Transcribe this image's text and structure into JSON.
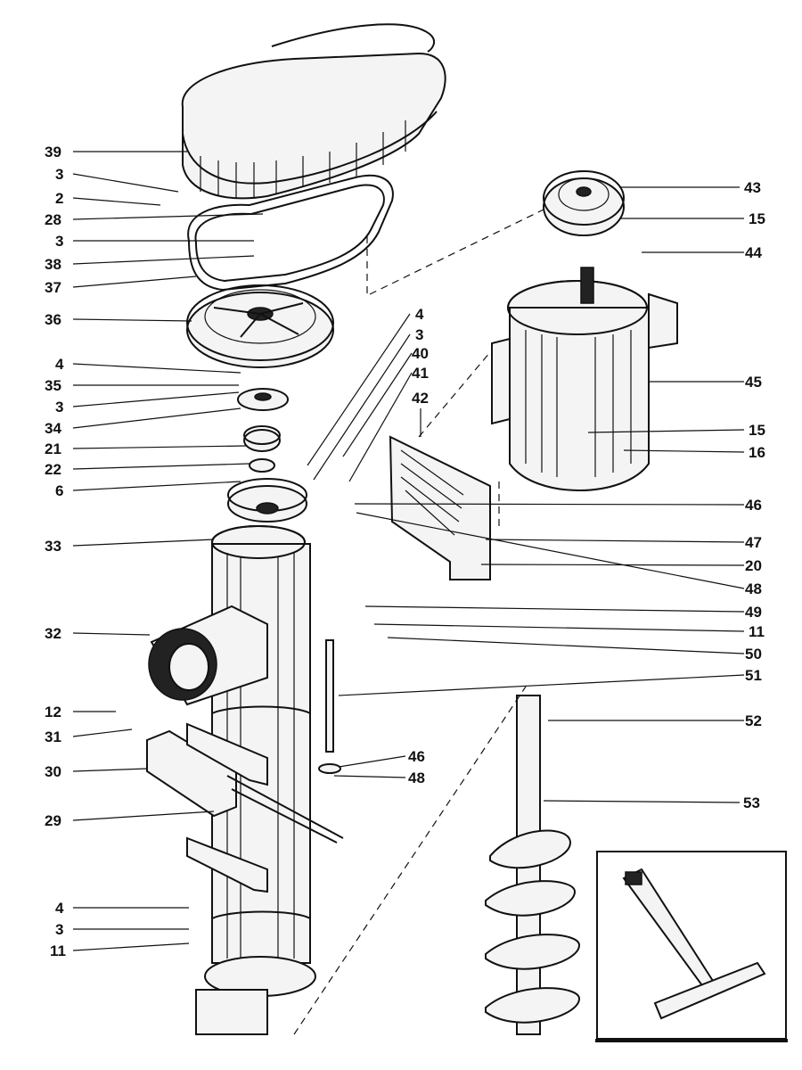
{
  "diagram": {
    "callouts_left": [
      {
        "id": "39",
        "label": "39"
      },
      {
        "id": "3a",
        "label": "3"
      },
      {
        "id": "2",
        "label": "2"
      },
      {
        "id": "28",
        "label": "28"
      },
      {
        "id": "3b",
        "label": "3"
      },
      {
        "id": "38",
        "label": "38"
      },
      {
        "id": "37",
        "label": "37"
      },
      {
        "id": "36",
        "label": "36"
      },
      {
        "id": "4a",
        "label": "4"
      },
      {
        "id": "35",
        "label": "35"
      },
      {
        "id": "3c",
        "label": "3"
      },
      {
        "id": "34",
        "label": "34"
      },
      {
        "id": "21",
        "label": "21"
      },
      {
        "id": "22",
        "label": "22"
      },
      {
        "id": "6",
        "label": "6"
      },
      {
        "id": "33",
        "label": "33"
      },
      {
        "id": "32",
        "label": "32"
      },
      {
        "id": "12",
        "label": "12"
      },
      {
        "id": "31",
        "label": "31"
      },
      {
        "id": "30",
        "label": "30"
      },
      {
        "id": "29",
        "label": "29"
      },
      {
        "id": "4b",
        "label": "4"
      },
      {
        "id": "3d",
        "label": "3"
      },
      {
        "id": "11a",
        "label": "11"
      }
    ],
    "callouts_center": [
      {
        "id": "4c",
        "label": "4"
      },
      {
        "id": "3e",
        "label": "3"
      },
      {
        "id": "40",
        "label": "40"
      },
      {
        "id": "41",
        "label": "41"
      },
      {
        "id": "42",
        "label": "42"
      }
    ],
    "callouts_right": [
      {
        "id": "43",
        "label": "43"
      },
      {
        "id": "15a",
        "label": "15"
      },
      {
        "id": "44",
        "label": "44"
      },
      {
        "id": "45",
        "label": "45"
      },
      {
        "id": "15b",
        "label": "15"
      },
      {
        "id": "16",
        "label": "16"
      },
      {
        "id": "46a",
        "label": "46"
      },
      {
        "id": "47",
        "label": "47"
      },
      {
        "id": "20",
        "label": "20"
      },
      {
        "id": "48a",
        "label": "48"
      },
      {
        "id": "49",
        "label": "49"
      },
      {
        "id": "11b",
        "label": "11"
      },
      {
        "id": "50",
        "label": "50"
      },
      {
        "id": "51",
        "label": "51"
      },
      {
        "id": "52",
        "label": "52"
      },
      {
        "id": "46b",
        "label": "46"
      },
      {
        "id": "48b",
        "label": "48"
      },
      {
        "id": "53",
        "label": "53"
      }
    ]
  }
}
